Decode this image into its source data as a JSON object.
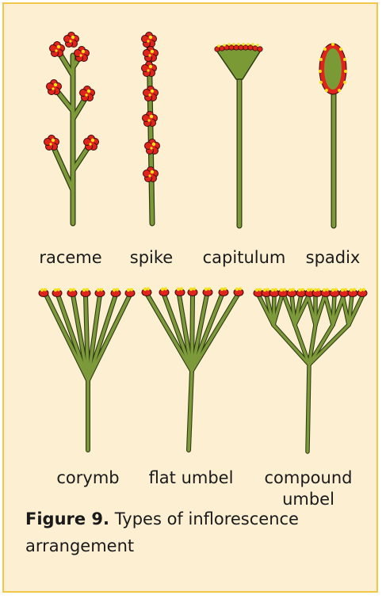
{
  "labels": {
    "raceme": "raceme",
    "spike": "spike",
    "capitulum": "capitulum",
    "spadix": "spadix",
    "corymb": "corymb",
    "flat_umbel": "flat umbel",
    "compound_umbel_line1": "compound",
    "compound_umbel_line2": "umbel"
  },
  "caption": {
    "figure_label": "Figure 9.",
    "text": "Types of inflorescence arrangement"
  },
  "colors": {
    "background": "#fcefd2",
    "border": "#f1c64b",
    "stem": "#7d9a3a",
    "stem_outline": "#2e3a12",
    "petal": "#e0241b",
    "stamen": "#f6e21a",
    "head": "#7a9a36"
  }
}
